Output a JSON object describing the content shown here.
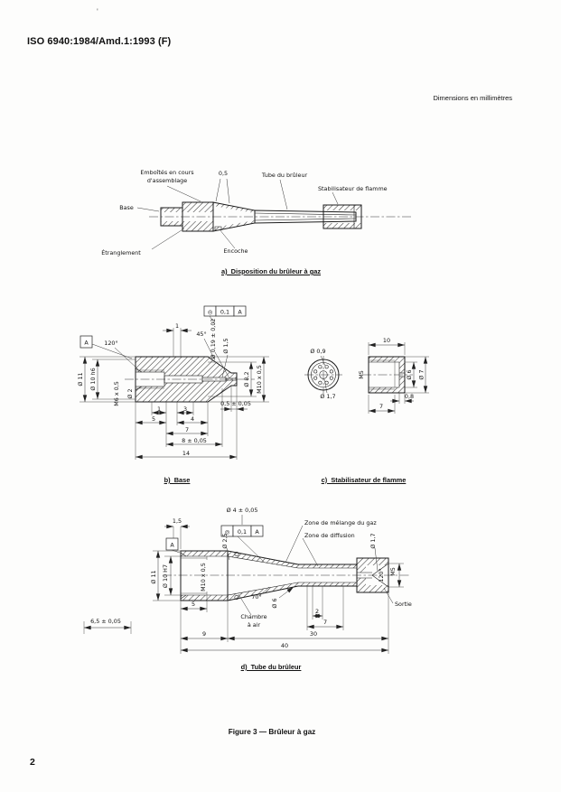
{
  "page": {
    "number": "2",
    "artifact_tick": "'"
  },
  "header": {
    "doc_ref": "ISO 6940:1984/Amd.1:1993 (F)",
    "dim_note": "Dimensions en millimètres"
  },
  "figure_caption": "Figure 3 — Brûleur à gaz",
  "fig_a": {
    "caption": "a)  Disposition du brûleur à gaz",
    "labels": {
      "emboites_1": "Emboîtés en cours",
      "emboites_2": "d'assemblage",
      "gap": "0,5",
      "tube": "Tube du brûleur",
      "stab": "Stabilisateur de flamme",
      "base": "Base",
      "etranglement": "Étranglement",
      "encoche": "Encoche"
    }
  },
  "fig_b": {
    "caption": "b)  Base",
    "fcf": {
      "sym": "◎",
      "tol": "0,1",
      "datum": "A"
    },
    "datum_label": "A",
    "dims": {
      "angle_120": "120°",
      "len_1_top": "1",
      "angle_45": "45°",
      "dia_019": "Ø 0,19 ± 0,02",
      "dia_15": "Ø 1,5",
      "dia_82": "Ø 8,2",
      "thread_m10": "M10 x 0,5",
      "dia_11": "Ø 11",
      "dia_10h6": "Ø 10 h6",
      "thread_m6": "M6 x 0,5",
      "dia_2": "Ø 2",
      "len_05": "0,5 ± 0,05",
      "len_1": "1",
      "len_3": "3",
      "len_5": "5",
      "len_4": "4",
      "len_7": "7",
      "len_8": "8 ± 0,05",
      "len_14": "14"
    }
  },
  "fig_c": {
    "caption": "c)  Stabilisateur de flamme",
    "dims": {
      "dia_09": "Ø 0,9",
      "len_10": "10",
      "thread_m5": "M5",
      "dia_6": "Ø 6",
      "dia_7": "Ø 7",
      "dia_17": "Ø 1,7",
      "len_08": "0,8",
      "len_7": "7"
    }
  },
  "fig_d": {
    "caption": "d)  Tube du brûleur",
    "fcf": {
      "sym": "◎",
      "tol": "0,1",
      "datum": "A"
    },
    "datum_label": "A",
    "labels": {
      "zone_melange": "Zone de mélange du gaz",
      "zone_diffusion": "Zone de diffusion",
      "sortie": "Sortie",
      "chambre_1": "Chambre",
      "chambre_2": "à air"
    },
    "dims": {
      "dia_4": "Ø 4 ± 0,05",
      "len_15": "1,5",
      "dia_25": "Ø 2,5",
      "dia_17": "Ø 1,7",
      "dia_11": "Ø 11",
      "dia_10h7": "Ø 10 H7",
      "thread_m10": "M10 x 0,5",
      "angle_120": "120°",
      "thread_m5": "M5",
      "dia_6": "Ø 6",
      "angle_70": "70°",
      "len_65": "6,5 ± 0,05",
      "len_5": "5",
      "len_2": "2",
      "len_7": "7",
      "len_30": "30",
      "len_9": "9",
      "len_40": "40"
    }
  }
}
